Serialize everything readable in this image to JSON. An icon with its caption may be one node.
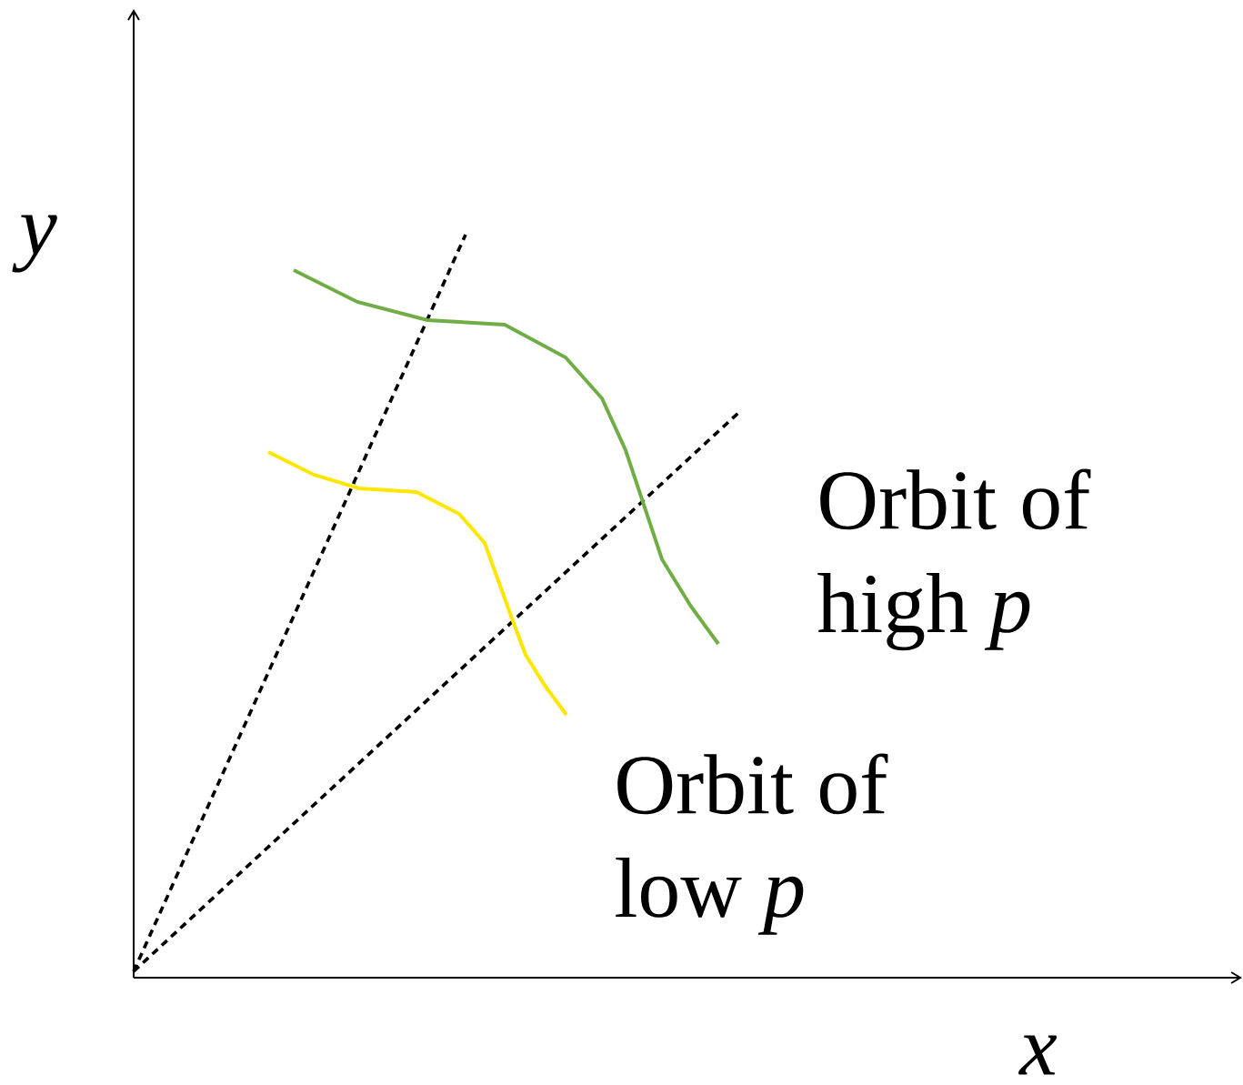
{
  "diagram": {
    "labels": [
      "y",
      "x",
      "Orbit of high *p*",
      "Orbit of low *p*"
    ]
  }
}
